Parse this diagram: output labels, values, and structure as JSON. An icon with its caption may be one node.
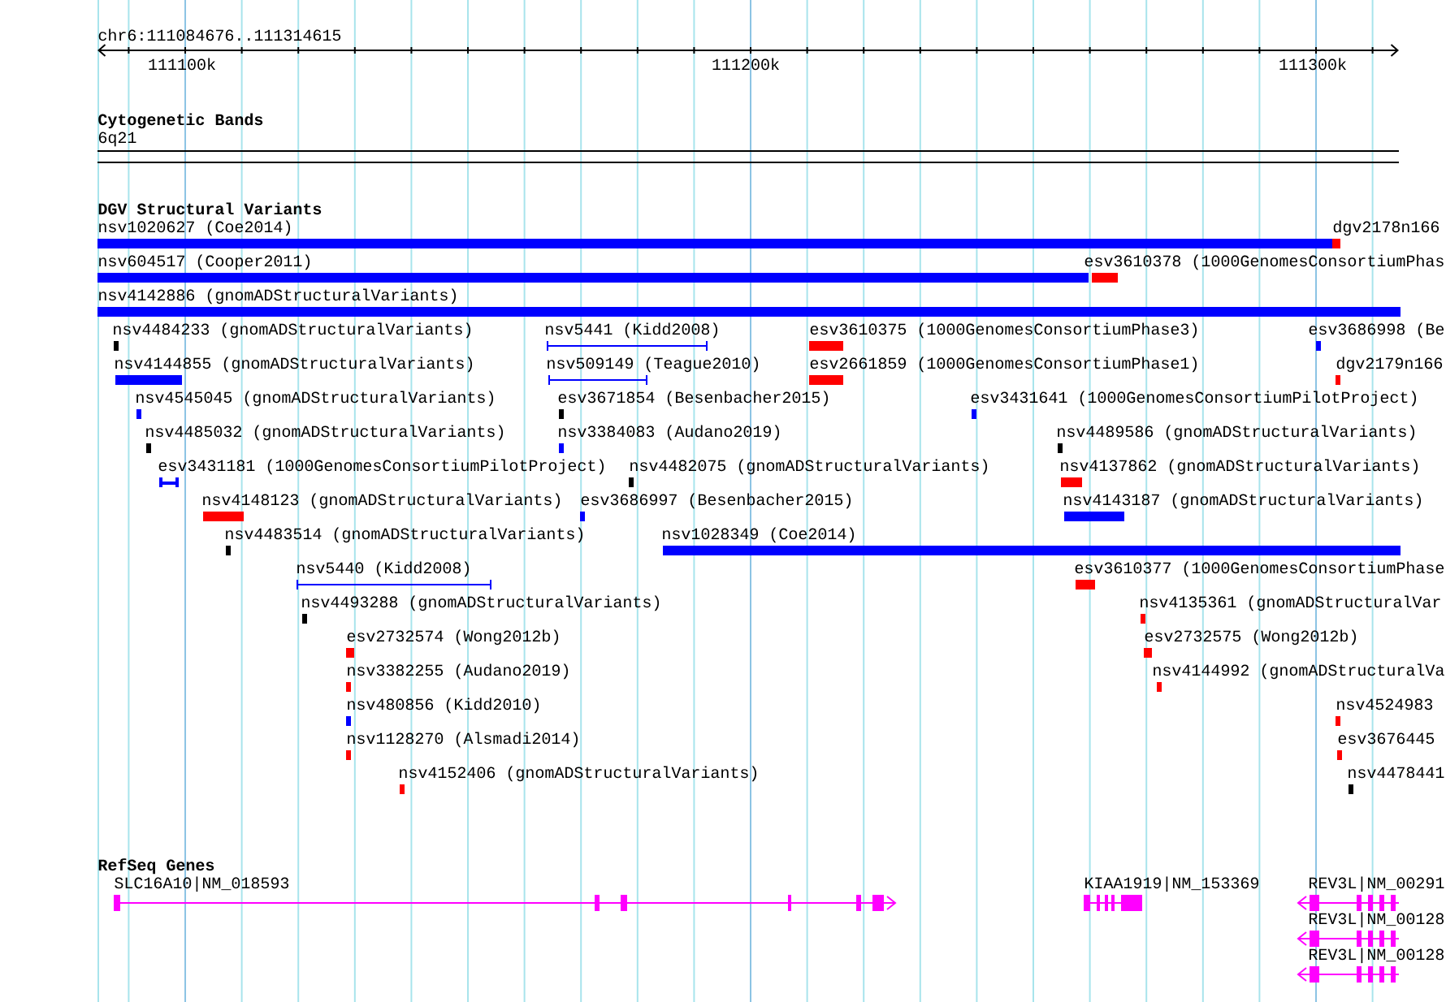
{
  "diagram": {
    "labels": [
      "chr6:111084676..111314615",
      "111100k",
      "111200k",
      "111300k",
      "Cytogenetic Bands",
      "6q21",
      "DGV Structural Variants",
      "nsv1020627 (Coe2014)",
      "dgv2178n166",
      "nsv604517 (Cooper2011)",
      "esv3610378 (1000GenomesConsortiumPhas",
      "nsv4142886 (gnomADStructuralVariants)",
      "nsv4484233 (gnomADStructuralVariants)",
      "nsv5441 (Kidd2008)",
      "esv3610375 (1000GenomesConsortiumPhase3)",
      "esv3686998 (Be",
      "nsv4144855 (gnomADStructuralVariants)",
      "nsv509149 (Teague2010)",
      "esv2661859 (1000GenomesConsortiumPhase1)",
      "dgv2179n166",
      "nsv4545045 (gnomADStructuralVariants)",
      "esv3671854 (Besenbacher2015)",
      "esv3431641 (1000GenomesConsortiumPilotProject)",
      "nsv4485032 (gnomADStructuralVariants)",
      "nsv3384083 (Audano2019)",
      "nsv4489586 (gnomADStructuralVariants)",
      "esv3431181 (1000GenomesConsortiumPilotProject)",
      "nsv4482075 (gnomADStructuralVariants)",
      "nsv4137862 (gnomADStructuralVariants)",
      "nsv4148123 (gnomADStructuralVariants)",
      "esv3686997 (Besenbacher2015)",
      "nsv4143187 (gnomADStructuralVariants)",
      "nsv4483514 (gnomADStructuralVariants)",
      "nsv1028349 (Coe2014)",
      "nsv5440 (Kidd2008)",
      "esv3610377 (1000GenomesConsortiumPhase",
      "nsv4493288 (gnomADStructuralVariants)",
      "nsv4135361 (gnomADStructuralVar",
      "esv2732574 (Wong2012b)",
      "esv2732575 (Wong2012b)",
      "nsv3382255 (Audano2019)",
      "nsv4144992 (gnomADStructuralVa",
      "nsv480856 (Kidd2010)",
      "nsv4524983",
      "nsv1128270 (Alsmadi2014)",
      "esv3676445",
      "nsv4152406 (gnomADStructuralVariants)",
      "nsv4478441",
      "RefSeq Genes",
      "SLC16A10|NM_018593",
      "KIAA1919|NM_153369",
      "REV3L|NM_00291",
      "REV3L|NM_00128",
      "REV3L|NM_00128"
    ]
  }
}
